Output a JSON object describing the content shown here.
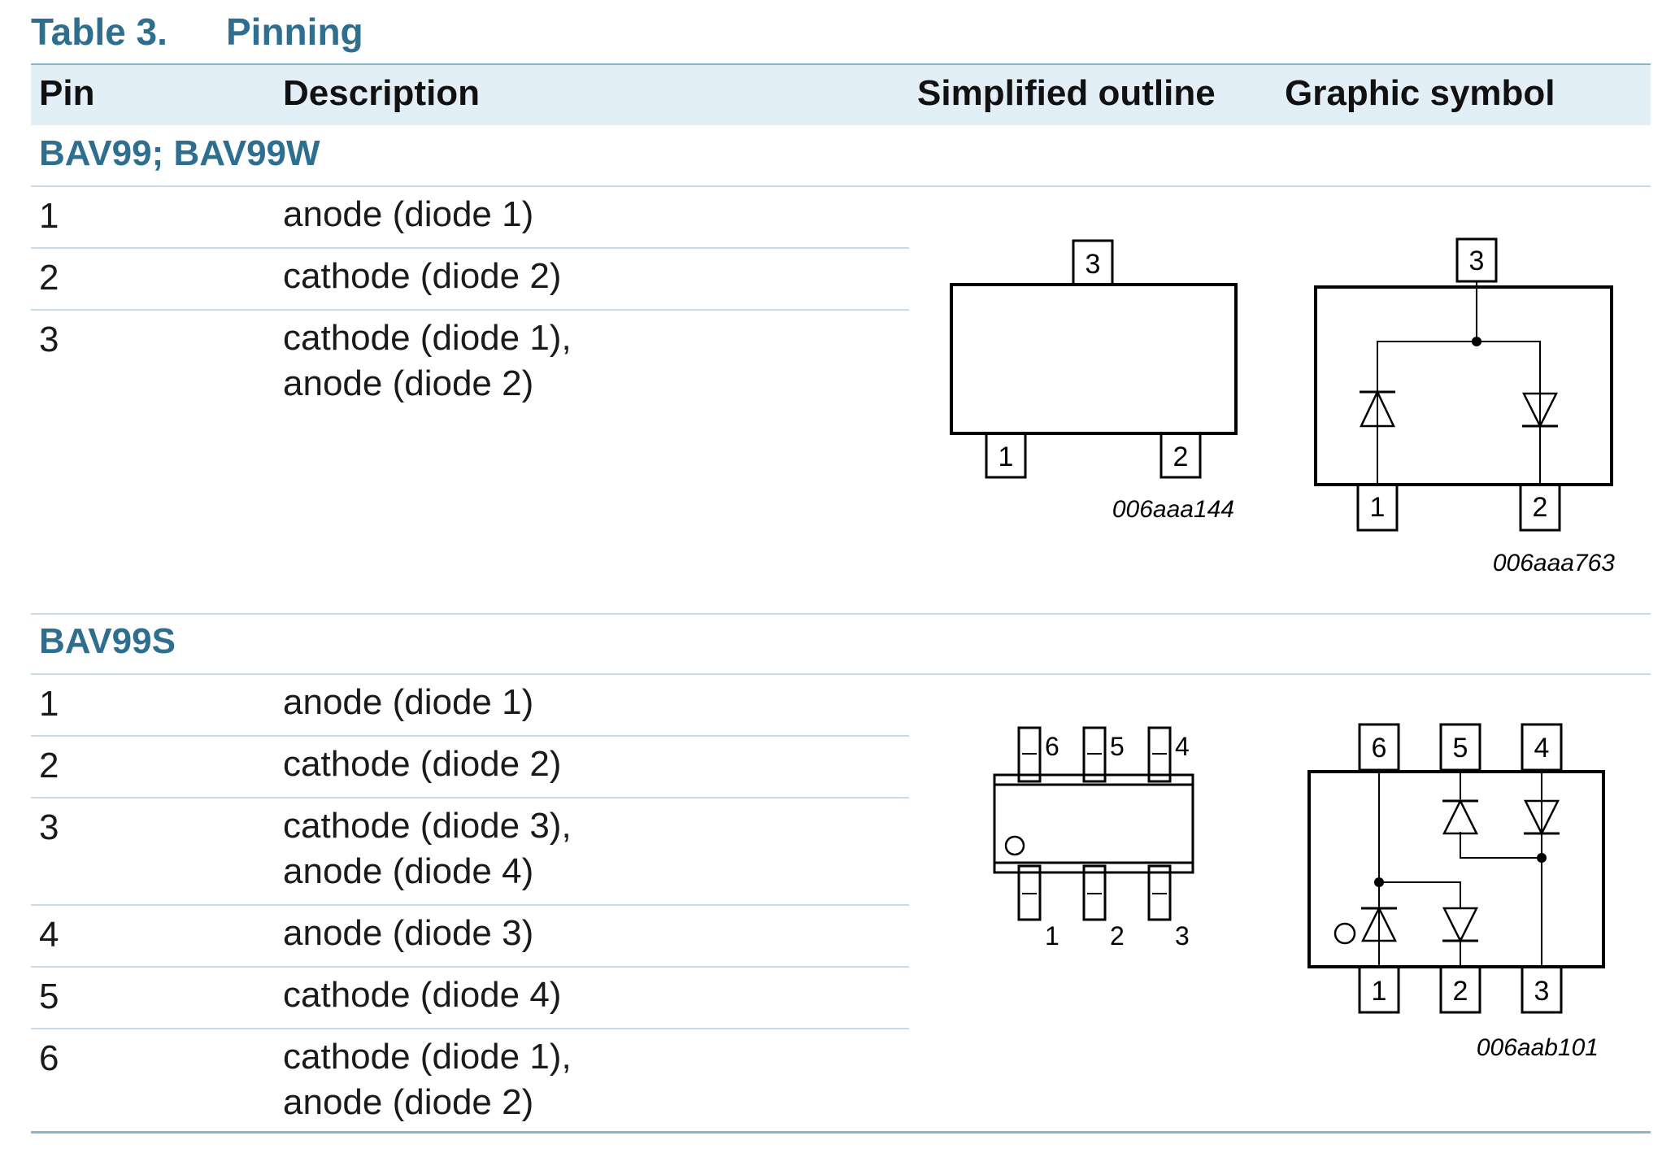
{
  "table": {
    "number": "Table 3.",
    "title": "Pinning",
    "headers": {
      "pin": "Pin",
      "description": "Description",
      "outline": "Simplified outline",
      "symbol": "Graphic symbol"
    }
  },
  "sections": [
    {
      "name": "BAV99; BAV99W",
      "rows": [
        {
          "pin": "1",
          "lines": [
            "anode (diode 1)"
          ]
        },
        {
          "pin": "2",
          "lines": [
            "cathode (diode 2)"
          ]
        },
        {
          "pin": "3",
          "lines": [
            "cathode (diode 1),",
            "anode (diode 2)"
          ]
        }
      ],
      "outline_code": "006aaa144",
      "symbol_code": "006aaa763",
      "outline_pins": [
        "3",
        "1",
        "2"
      ],
      "symbol_pins": [
        "3",
        "1",
        "2"
      ]
    },
    {
      "name": "BAV99S",
      "rows": [
        {
          "pin": "1",
          "lines": [
            "anode (diode 1)"
          ]
        },
        {
          "pin": "2",
          "lines": [
            "cathode (diode 2)"
          ]
        },
        {
          "pin": "3",
          "lines": [
            "cathode (diode 3),",
            "anode (diode 4)"
          ]
        },
        {
          "pin": "4",
          "lines": [
            "anode (diode 3)"
          ]
        },
        {
          "pin": "5",
          "lines": [
            "cathode (diode 4)"
          ]
        },
        {
          "pin": "6",
          "lines": [
            "cathode (diode 1),",
            "anode (diode 2)"
          ]
        }
      ],
      "outline_code": "006aab101",
      "outline_pins": [
        "6",
        "5",
        "4",
        "1",
        "2",
        "3"
      ],
      "symbol_pins": [
        "6",
        "5",
        "4",
        "1",
        "2",
        "3"
      ]
    }
  ]
}
